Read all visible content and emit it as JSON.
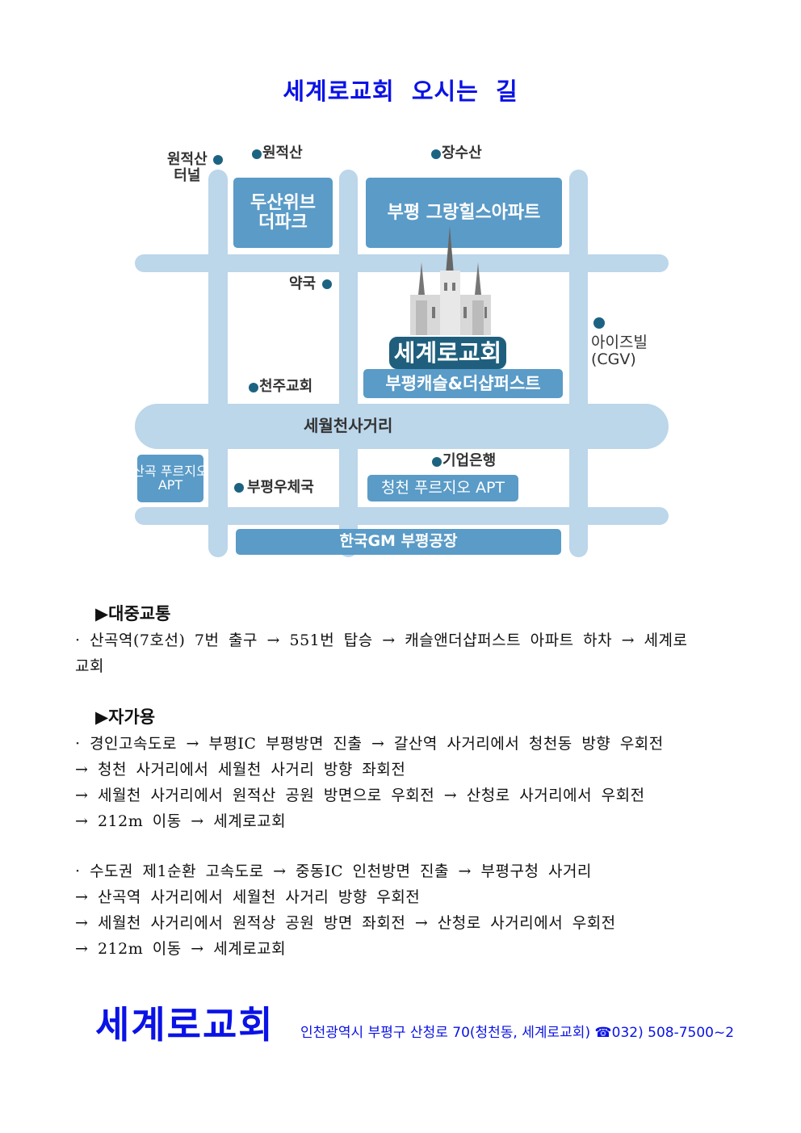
{
  "title": "세계로교회 오시는 길",
  "map": {
    "blocks": [
      "두산위브\n더파크",
      "부평 그랑힐스아파트",
      "세계로교회",
      "부평캐슬&더샵퍼스트",
      "산곡 푸르지오\nAPT",
      "청천 푸르지오 APT",
      "한국GM 부평공장"
    ],
    "roads": [
      "세월천사거리"
    ],
    "landmarks": [
      "원적산\n터널",
      "원적산",
      "장수산",
      "약국",
      "아이즈빌\n(CGV)",
      "천주교회",
      "기업은행",
      "부평우체국"
    ]
  },
  "public_transit": {
    "heading": "▶대중교통",
    "lines": [
      "· 산곡역(7호선) 7번 출구 → 551번 탑승 → 캐슬앤더샵퍼스트 아파트 하차 → 세계로",
      "교회"
    ]
  },
  "car": {
    "heading": "▶자가용",
    "route1": [
      "· 경인고속도로 → 부평IC 부평방면 진출 → 갈산역 사거리에서 청천동 방향 우회전",
      "→ 청천 사거리에서 세월천 사거리 방향 좌회전",
      "→ 세월천 사거리에서 원적산 공원 방면으로 우회전 → 산청로 사거리에서 우회전",
      "→ 212m 이동 → 세계로교회"
    ],
    "route2": [
      "· 수도권 제1순환 고속도로 → 중동IC 인천방면 진출 → 부평구청 사거리",
      "→ 산곡역 사거리에서 세월천 사거리 방향 우회전",
      "→ 세월천 사거리에서 원적상 공원 방면 좌회전 → 산청로 사거리에서 우회전",
      "→ 212m 이동 → 세계로교회"
    ]
  },
  "footer": {
    "brand": "세계로교회",
    "address": "인천광역시 부평구 산청로 70(청천동, 세계로교회) ☎032) 508-7500~2"
  },
  "colors": {
    "blue": "#0a12e6",
    "road": "#bcd6ea",
    "block": "#5a9bc7",
    "church_label": "#1f5f7d"
  }
}
